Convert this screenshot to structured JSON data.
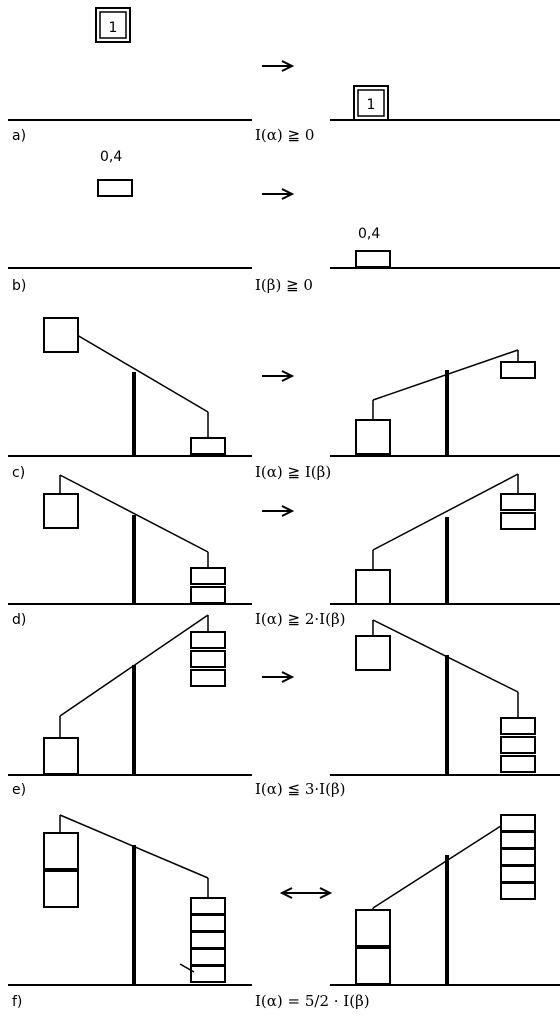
{
  "panels": [
    {
      "label": "a)",
      "equation": "I(α) ≧ 0"
    },
    {
      "label": "b)",
      "equation": "I(β) ≧ 0"
    },
    {
      "label": "c)",
      "equation": "I(α) ≧ I(β)"
    },
    {
      "label": "d)",
      "equation": "I(α) ≧ 2·I(β)"
    },
    {
      "label": "e)",
      "equation": "I(α) ≦ 3·I(β)"
    },
    {
      "label": "f)",
      "equation": "I(α) = 5/2 · I(β)"
    }
  ],
  "weights": {
    "unit_weight_label": "1",
    "small_weight_label": "0,4"
  },
  "arrows": {
    "forward": "→",
    "bidirectional": "↔"
  }
}
